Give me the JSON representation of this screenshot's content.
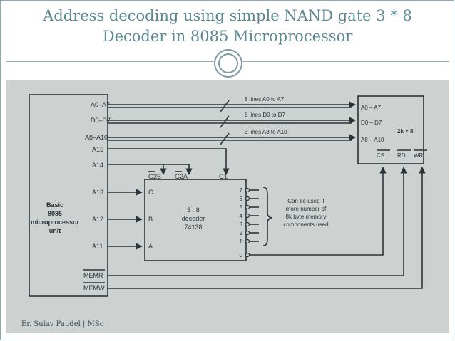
{
  "slide": {
    "title_line1": "Address decoding using simple NAND gate 3 * 8",
    "title_line2": "Decoder in 8085 Microprocessor",
    "footer": "Er. Sulav Paudel | MSc"
  },
  "colors": {
    "title": "#5d8893",
    "frame": "#8aaab2",
    "photo_background": "#cdd1d0",
    "ink": "#2c3238"
  },
  "diagram": {
    "cpu": {
      "name_lines": [
        "Basic",
        "8085",
        "microprocessor",
        "unit"
      ],
      "pins": {
        "a0_a7": "A0–A7",
        "d0_d7": "D0–D7",
        "a8_a10": "A8–A10",
        "a15": "A15",
        "a14": "A14",
        "a13": "A13",
        "a12": "A12",
        "a11": "A11",
        "memr": "MEMR",
        "memw": "MEMW"
      }
    },
    "bus_labels": {
      "address_low": "8 lines A0 to A7",
      "data": "8 lines D0 to D7",
      "address_high": "3 lines A8 to A10"
    },
    "decoder": {
      "name_lines": [
        "3 : 8",
        "decoder",
        "74138"
      ],
      "enable_inputs": [
        "G2B",
        "G2A",
        "G1"
      ],
      "select_inputs": [
        "C",
        "B",
        "A"
      ],
      "outputs": [
        "7",
        "6",
        "5",
        "4",
        "3",
        "2",
        "1",
        "0"
      ]
    },
    "note_lines": [
      "Can be used if",
      "more number of",
      "8k byte memory",
      "components used"
    ],
    "memory": {
      "size": "2k × 8",
      "pins": {
        "a0_a7": "A0 – A7",
        "d0_d7": "D0 – D7",
        "a8_a10": "A8 – A10",
        "cs": "CS",
        "rd": "RD",
        "wr": "WR"
      }
    }
  }
}
